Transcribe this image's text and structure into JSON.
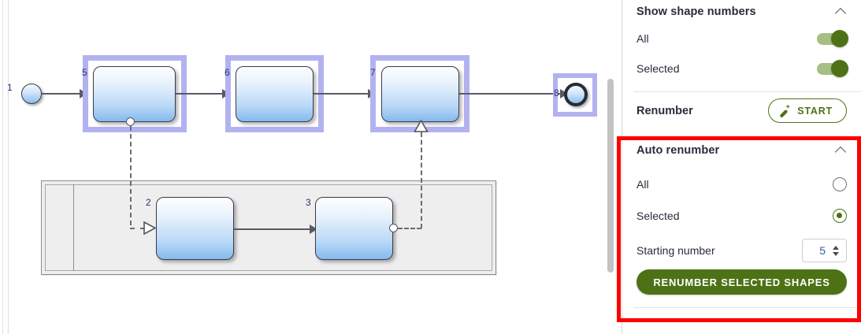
{
  "panel": {
    "show_shape_numbers": {
      "title": "Show shape numbers",
      "collapse_icon": "chevron-up-icon",
      "rows": [
        {
          "label": "All",
          "toggle": "on"
        },
        {
          "label": "Selected",
          "toggle": "on"
        }
      ]
    },
    "renumber": {
      "label": "Renumber",
      "button_label": "START",
      "button_icon": "magic-wand-icon"
    },
    "auto_renumber": {
      "title": "Auto renumber",
      "collapse_icon": "chevron-up-icon",
      "options": [
        {
          "label": "All",
          "selected": false
        },
        {
          "label": "Selected",
          "selected": true
        }
      ],
      "starting_number": {
        "label": "Starting number",
        "value": "5"
      },
      "action_button": "RENUMBER SELECTED SHAPES"
    },
    "scrollbar": "vertical-scrollbar"
  },
  "colors": {
    "accent_green": "#4d7216",
    "toggle_track": "#a5bf85",
    "selection_highlight": "#b3b2f0",
    "annotation_red": "#fe0000",
    "shape_number_text": "#2e2e7a",
    "number_input_value": "#2f5ea8"
  },
  "diagram": {
    "type": "bpmn-process-diagram",
    "start_event": {
      "number": "1",
      "name": "start-event"
    },
    "tasks_top": [
      {
        "number": "5",
        "selected": true
      },
      {
        "number": "6",
        "selected": true
      },
      {
        "number": "7",
        "selected": true
      }
    ],
    "end_event": {
      "number": "8",
      "selected": true
    },
    "pool": {
      "name": "collapsed-pool",
      "tasks": [
        {
          "number": "2",
          "selected": false
        },
        {
          "number": "3",
          "selected": false
        }
      ]
    }
  }
}
